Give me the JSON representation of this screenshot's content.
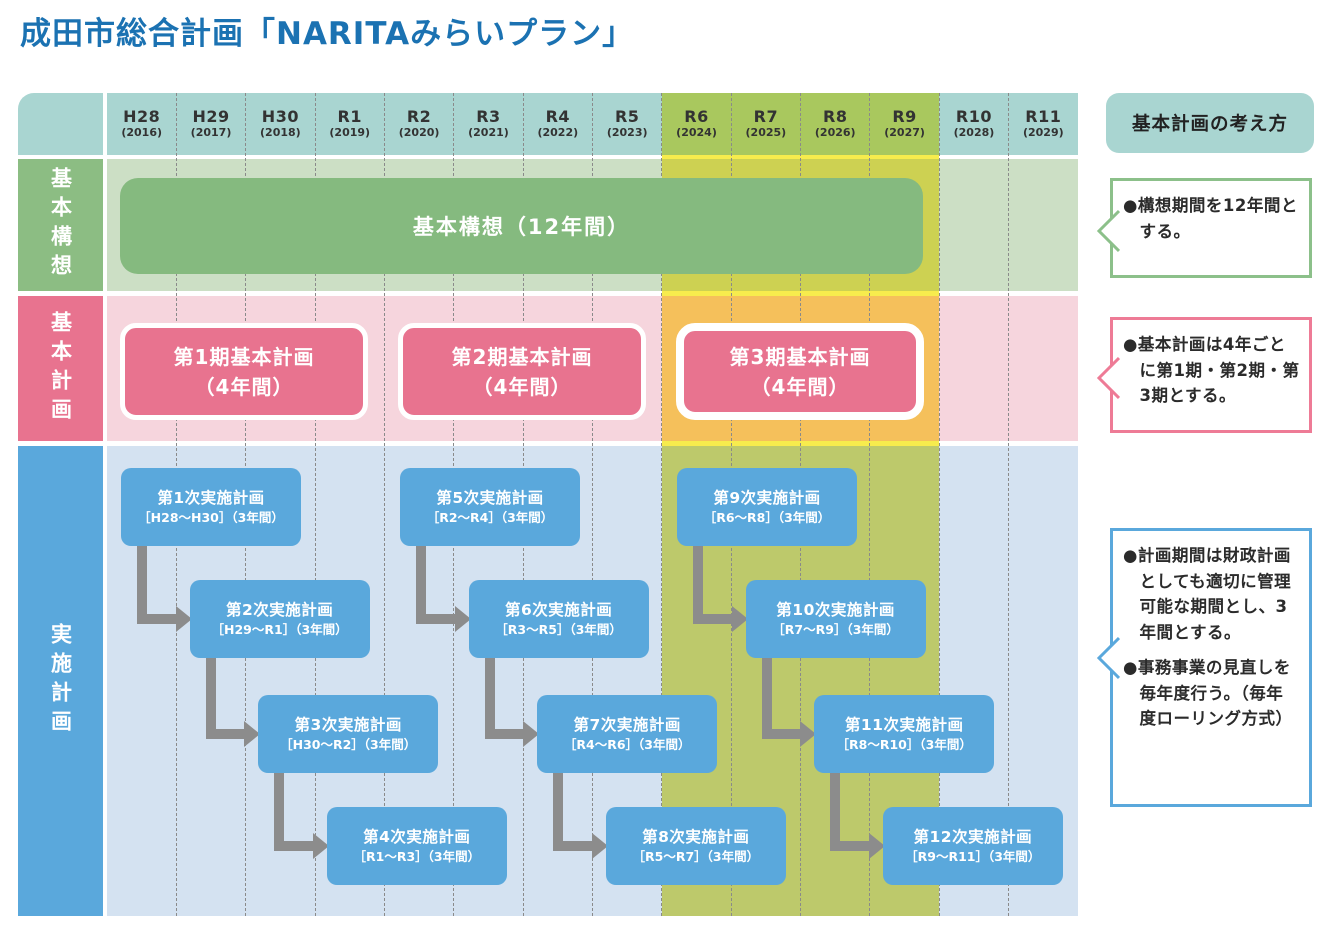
{
  "title": "成田市総合計画「NARITAみらいプラン」",
  "years": [
    {
      "era": "H28",
      "year": "(2016)"
    },
    {
      "era": "H29",
      "year": "(2017)"
    },
    {
      "era": "H30",
      "year": "(2018)"
    },
    {
      "era": "R1",
      "year": "(2019)"
    },
    {
      "era": "R2",
      "year": "(2020)"
    },
    {
      "era": "R3",
      "year": "(2021)"
    },
    {
      "era": "R4",
      "year": "(2022)"
    },
    {
      "era": "R5",
      "year": "(2023)"
    },
    {
      "era": "R6",
      "year": "(2024)"
    },
    {
      "era": "R7",
      "year": "(2025)"
    },
    {
      "era": "R8",
      "year": "(2026)"
    },
    {
      "era": "R9",
      "year": "(2027)"
    },
    {
      "era": "R10",
      "year": "(2028)"
    },
    {
      "era": "R11",
      "year": "(2029)"
    }
  ],
  "highlight": {
    "start_era": "R6",
    "end_era": "R9",
    "start_index": 8,
    "span": 4
  },
  "row_labels": {
    "concept": "基本構想",
    "plan": "基本計画",
    "impl": "実施計画"
  },
  "concept_bar_label": "基本構想（12年間）",
  "basic_plans": [
    {
      "line1": "第1期基本計画",
      "line2": "（4年間）",
      "emphasized": false
    },
    {
      "line1": "第2期基本計画",
      "line2": "（4年間）",
      "emphasized": false
    },
    {
      "line1": "第3期基本計画",
      "line2": "（4年間）",
      "emphasized": true
    }
  ],
  "implementation_plans": [
    {
      "title": "第1次実施計画",
      "period": "［H28〜H30］（3年間）",
      "group": 0,
      "step": 0
    },
    {
      "title": "第2次実施計画",
      "period": "［H29〜R1］（3年間）",
      "group": 0,
      "step": 1
    },
    {
      "title": "第3次実施計画",
      "period": "［H30〜R2］（3年間）",
      "group": 0,
      "step": 2
    },
    {
      "title": "第4次実施計画",
      "period": "［R1〜R3］（3年間）",
      "group": 0,
      "step": 3
    },
    {
      "title": "第5次実施計画",
      "period": "［R2〜R4］（3年間）",
      "group": 1,
      "step": 0
    },
    {
      "title": "第6次実施計画",
      "period": "［R3〜R5］（3年間）",
      "group": 1,
      "step": 1
    },
    {
      "title": "第7次実施計画",
      "period": "［R4〜R6］（3年間）",
      "group": 1,
      "step": 2
    },
    {
      "title": "第8次実施計画",
      "period": "［R5〜R7］（3年間）",
      "group": 1,
      "step": 3
    },
    {
      "title": "第9次実施計画",
      "period": "［R6〜R8］（3年間）",
      "group": 2,
      "step": 0
    },
    {
      "title": "第10次実施計画",
      "period": "［R7〜R9］（3年間）",
      "group": 2,
      "step": 1
    },
    {
      "title": "第11次実施計画",
      "period": "［R8〜R10］（3年間）",
      "group": 2,
      "step": 2
    },
    {
      "title": "第12次実施計画",
      "period": "［R9〜R11］（3年間）",
      "group": 2,
      "step": 3
    }
  ],
  "sidebar": {
    "header": "基本計画の考え方",
    "callouts": [
      {
        "tone": "green",
        "items": [
          "●構想期間を12年間とする。"
        ]
      },
      {
        "tone": "pink",
        "items": [
          "●基本計画は4年ごとに第1期・第2期・第3期とする。"
        ]
      },
      {
        "tone": "blue",
        "items": [
          "●計画期間は財政計画としても適切に管理可能な期間とし、3年間とする。",
          "●事務事業の見直しを毎年度行う。（毎年度ローリング方式）"
        ]
      }
    ]
  },
  "colors": {
    "title_blue": "#1b72b2",
    "header_teal": "#a9d5d1",
    "band_header": "#a9c85e",
    "band_gap": "#f7ec4d",
    "band_concept": "#cdd152",
    "band_plan": "#f5c05b",
    "band_impl": "#bdc96b",
    "concept_label": "#8cbd83",
    "concept_row": "#ccdfc5",
    "concept_bar": "#85ba7f",
    "plan_pink": "#e8738f",
    "plan_row": "#f6d5dd",
    "impl_blue": "#5aa8dc",
    "impl_row": "#d4e2f1",
    "arrow_gray": "#8c8c8c",
    "dash_gray": "#8a8a8a",
    "callout_green": "#8cc08a",
    "callout_pink": "#ee7b96",
    "callout_blue": "#5aa8dc",
    "text_dark": "#2b2b2b"
  }
}
